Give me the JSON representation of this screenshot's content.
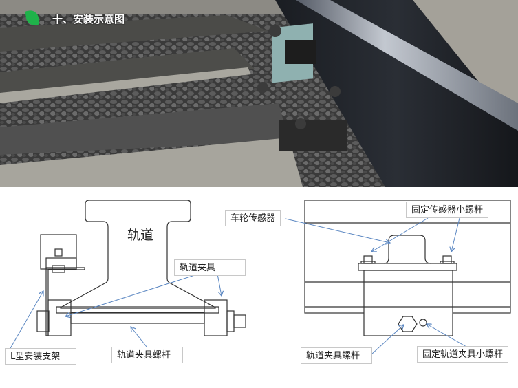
{
  "header": {
    "title": "十、安装示意图",
    "icon": "leaf-icon",
    "accent": "#1fb24a"
  },
  "left_diagram": {
    "rail_label": "轨道",
    "labels": {
      "clamp": "轨道夹具",
      "bracket": "L型安装支架",
      "clamp_bolt": "轨道夹具螺杆"
    }
  },
  "right_diagram": {
    "labels": {
      "sensor": "车轮传感器",
      "sensor_bolt": "固定传感器小螺杆",
      "clamp_bolt": "轨道夹具螺杆",
      "clamp_small_bolt": "固定轨道夹具小螺杆"
    }
  },
  "colors": {
    "arrow": "#5b87c2",
    "line": "#333333"
  }
}
